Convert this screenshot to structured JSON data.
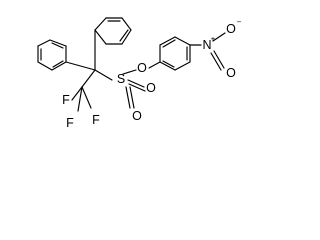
{
  "molecule": {
    "atoms": {
      "f1": "F",
      "f2": "F",
      "f3": "F",
      "s": "S",
      "o_ester": "O",
      "o_sulfonyl_right": "O",
      "o_sulfonyl_down": "O",
      "n": "N",
      "n_charge": "+",
      "o_nitro_top": "O",
      "o_nitro_bottom": "O",
      "o_nitro_charge": "−"
    }
  }
}
